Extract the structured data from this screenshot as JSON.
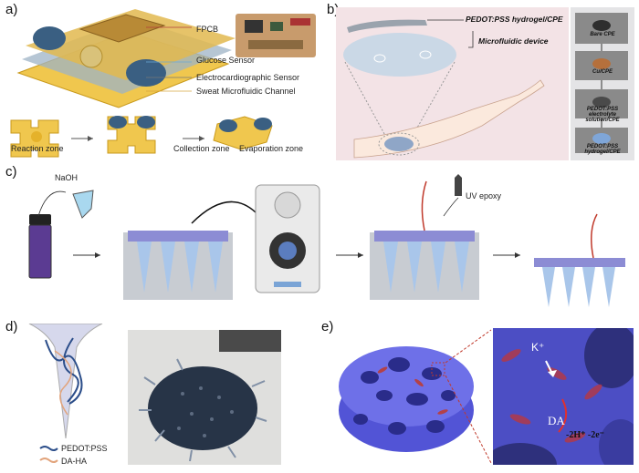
{
  "panels": {
    "a": "a)",
    "b": "b)",
    "c": "c)",
    "d": "d)",
    "e": "e)"
  },
  "panel_a": {
    "labels": [
      "FPCB",
      "Glucose Sensor",
      "Electrocardiographic Sensor",
      "Sweat Microfluidic Channel"
    ],
    "zones": {
      "reaction": "Reaction zone",
      "collection": "Collection zone",
      "evaporation": "Evaporation zone"
    }
  },
  "panel_b": {
    "hydrogel": "PEDOT:PSS hydrogel/CPE",
    "microfluidic": "Microfluidic device",
    "steps": [
      "Bare CPE",
      "Cu/CPE",
      "PEDOT:PSS electrolyte solution/CPE",
      "PEDOT:PSS hydrogel/CPE"
    ]
  },
  "panel_c": {
    "naoh": "NaOH",
    "uv": "UV epoxy"
  },
  "panel_d": {
    "legend": [
      "PEDOT:PSS",
      "DA-HA"
    ]
  },
  "panel_e": {
    "ion": "K⁺",
    "molecule": "DA",
    "reaction": "-2H⁺ -2e⁻"
  },
  "colors": {
    "flex": "#e8b62e",
    "electrode": "#3a5f82",
    "pink": "#f3e3e6",
    "blue": "#3b3fd8",
    "red": "#c0392b"
  }
}
